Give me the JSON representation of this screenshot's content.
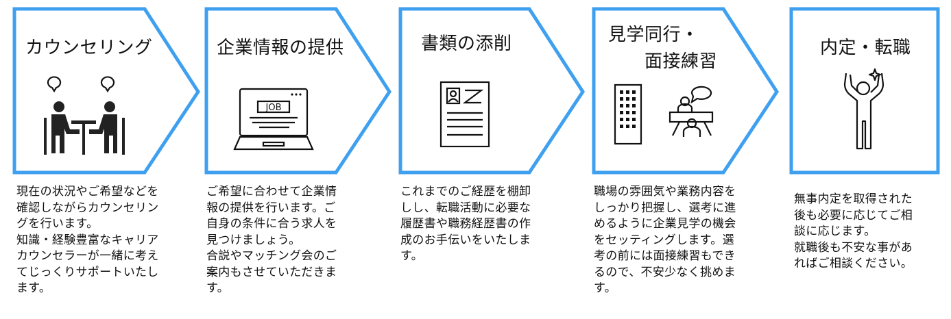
{
  "steps": [
    {
      "title": "カウンセリング",
      "icon": "counseling-icon",
      "description": "現在の状況やご希望などを\n確認しながらカウンセリン\nグを行います。\n知識・経験豊富なキャリア\nカウンセラーが一緒に考え\nてじっくりサポートいたし\nます。"
    },
    {
      "title": "企業情報の提供",
      "icon": "laptop-job-icon",
      "description": "ご希望に合わせて企業情\n報の提供を行います。ご\n自身の条件に合う求人を\n見つけましょう。\n合説やマッチング会のご\n案内もさせていただきま\nす。"
    },
    {
      "title": "書類の添削",
      "icon": "resume-document-icon",
      "description": "これまでのご経歴を棚卸\nしし、転職活動に必要な\n履歴書や職務経歴書の作\n成のお手伝いをいたしま\nす。"
    },
    {
      "title_line1": "見学同行・",
      "title_line2": "面接練習",
      "icon": "building-interview-icon",
      "description": "職場の雰囲気や業務内容を\nしっかり把握し、選考に進\nめるように企業見学の機会\nをセッティングします。選\n考の前には面接練習もでき\nるので、不安少なく挑めま\nす。"
    },
    {
      "title": "内定・転職",
      "icon": "celebrating-person-icon",
      "description": "無事内定を取得された\n後も必要に応じてご相\n談に応じます。\n就職後も不安な事があ\nればご相談ください。"
    }
  ],
  "colors": {
    "border": "#3fa0f0",
    "ink": "#111111"
  }
}
